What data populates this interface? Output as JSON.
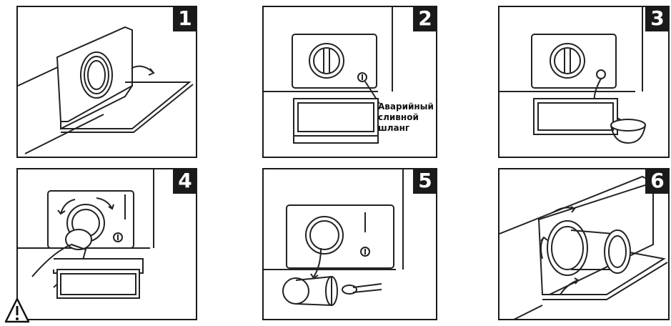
{
  "steps": [
    {
      "number": "1"
    },
    {
      "number": "2",
      "callout": [
        "Аварийный",
        "сливной",
        "шланг"
      ]
    },
    {
      "number": "3"
    },
    {
      "number": "4"
    },
    {
      "number": "5"
    },
    {
      "number": "6"
    }
  ],
  "icons": {
    "warning": "warning-triangle-icon"
  }
}
